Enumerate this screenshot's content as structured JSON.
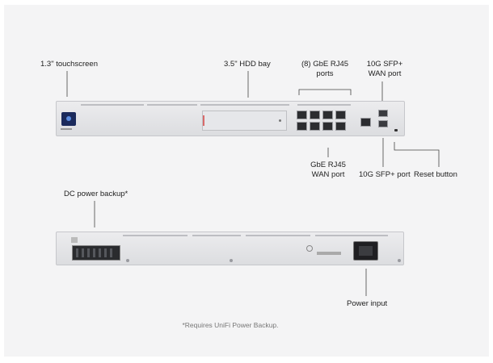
{
  "labels": {
    "touchscreen": "1.3\" touchscreen",
    "hdd_bay": "3.5\" HDD bay",
    "gbe_ports_line1": "(8) GbE RJ45",
    "gbe_ports_line2": "ports",
    "sfp_wan_line1": "10G SFP+",
    "sfp_wan_line2": "WAN port",
    "rj45_wan_line1": "GbE RJ45",
    "rj45_wan_line2": "WAN port",
    "sfp_port": "10G SFP+ port",
    "reset_button": "Reset button",
    "dc_power_backup": "DC power backup*",
    "power_input": "Power input"
  },
  "footnote": "*Requires UniFi Power Backup.",
  "colors": {
    "background": "#f4f4f5",
    "chassis": "#dcdde0",
    "screen": "#1b2a5c",
    "hdd_accent": "#d86a6a",
    "line": "#444444"
  },
  "icons": {
    "touchscreen": "touchscreen-icon",
    "ubiquiti_logo": "ubiquiti-logo-icon",
    "power_socket": "power-socket-icon"
  }
}
